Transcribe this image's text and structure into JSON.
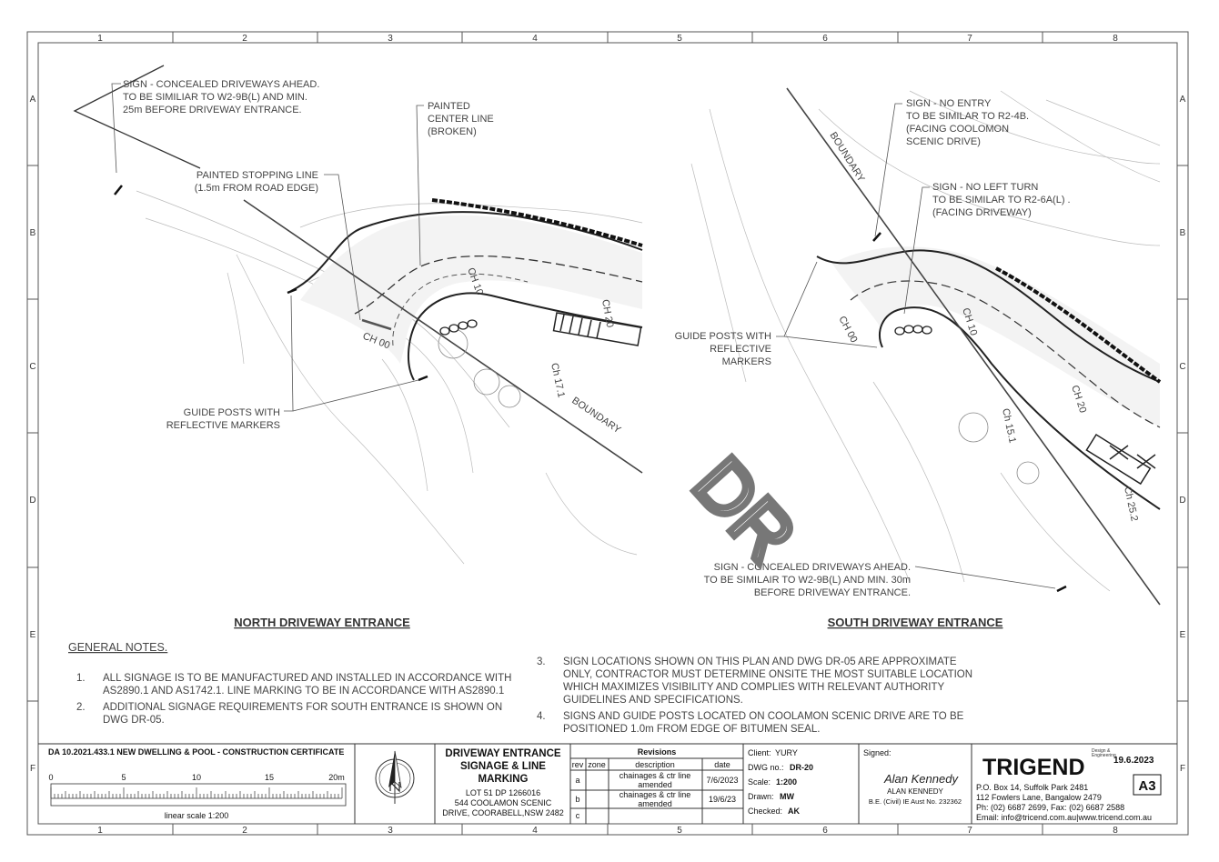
{
  "grid": {
    "columns": [
      "1",
      "2",
      "3",
      "4",
      "5",
      "6",
      "7",
      "8"
    ],
    "rows": [
      "A",
      "B",
      "C",
      "D",
      "E",
      "F"
    ]
  },
  "north": {
    "title": "NORTH DRIVEWAY ENTRANCE",
    "sign_concealed": [
      "SIGN - CONCEALED DRIVEWAYS AHEAD.",
      "TO BE SIMILIAR TO W2-9B(L) AND MIN.",
      "25m BEFORE DRIVEWAY ENTRANCE."
    ],
    "painted_center": [
      "PAINTED",
      "CENTER LINE",
      "(BROKEN)"
    ],
    "stopping_line": [
      "PAINTED STOPPING LINE",
      "(1.5m FROM ROAD EDGE)"
    ],
    "guide_posts": [
      "GUIDE POSTS WITH",
      "REFLECTIVE MARKERS"
    ],
    "boundary": "BOUNDARY",
    "chainages": [
      "CH 00",
      "CH 10",
      "CH 20",
      "Ch 17.1"
    ]
  },
  "south": {
    "title": "SOUTH DRIVEWAY ENTRANCE",
    "sign_no_entry": [
      "SIGN - NO ENTRY",
      "TO BE SIMILAR TO R2-4B.",
      "(FACING COOLOMON",
      "SCENIC DRIVE)"
    ],
    "sign_no_left": [
      "SIGN - NO LEFT TURN",
      "TO BE SIMILAR TO R2-6A(L) .",
      "(FACING DRIVEWAY)"
    ],
    "guide_posts": [
      "GUIDE POSTS WITH",
      "REFLECTIVE",
      "MARKERS"
    ],
    "sign_concealed": [
      "SIGN - CONCEALED DRIVEWAYS AHEAD.",
      "TO BE SIMILAIR TO W2-9B(L) AND MIN. 30m",
      "BEFORE DRIVEWAY ENTRANCE."
    ],
    "boundary": "BOUNDARY",
    "chainages": [
      "CH 00",
      "CH 10",
      "CH 20",
      "Ch 15.1",
      "Ch 25.2"
    ]
  },
  "watermark": "DR",
  "notes": {
    "heading": "GENERAL NOTES.",
    "items": [
      {
        "num": "1.",
        "lines": [
          "ALL SIGNAGE IS TO BE MANUFACTURED AND INSTALLED IN ACCORDANCE WITH",
          "AS2890.1 AND AS1742.1. LINE MARKING TO BE IN ACCORDANCE WITH AS2890.1"
        ]
      },
      {
        "num": "2.",
        "lines": [
          "ADDITIONAL SIGNAGE REQUIREMENTS FOR SOUTH ENTRANCE IS SHOWN ON",
          "DWG DR-05."
        ]
      },
      {
        "num": "3.",
        "lines": [
          "SIGN LOCATIONS SHOWN ON THIS PLAN AND DWG DR-05 ARE APPROXIMATE",
          "ONLY, CONTRACTOR MUST DETERMINE ONSITE THE MOST SUITABLE LOCATION",
          "WHICH MAXIMIZES VISIBILITY AND COMPLIES WITH RELEVANT AUTHORITY",
          "GUIDELINES AND SPECIFICATIONS."
        ]
      },
      {
        "num": "4.",
        "lines": [
          "SIGNS AND GUIDE POSTS LOCATED ON COOLAMON SCENIC DRIVE ARE TO BE",
          "POSITIONED 1.0m FROM EDGE OF BITUMEN SEAL."
        ]
      }
    ]
  },
  "title_block": {
    "da": "DA 10.2021.433.1 NEW DWELLING & POOL - CONSTRUCTION CERTIFICATE",
    "scale_ticks": [
      "0",
      "5",
      "10",
      "15",
      "20m"
    ],
    "linear_scale": "linear scale 1:200",
    "drawing_title": [
      "DRIVEWAY ENTRANCE",
      "SIGNAGE & LINE",
      "MARKING"
    ],
    "address": [
      "LOT 51 DP 1266016",
      "544 COOLAMON SCENIC",
      "DRIVE, COORABELL,NSW 2482"
    ],
    "revisions_title": "Revisions",
    "rev_headers": [
      "rev",
      "zone",
      "description",
      "date"
    ],
    "revisions": [
      {
        "rev": "a",
        "zone": "",
        "description": [
          "chainages & ctr line",
          "amended"
        ],
        "date": "7/6/2023"
      },
      {
        "rev": "b",
        "zone": "",
        "description": [
          "chainages & ctr line",
          "amended"
        ],
        "date": "19/6/23"
      },
      {
        "rev": "c",
        "zone": "",
        "description": [
          ""
        ],
        "date": ""
      }
    ],
    "client_label": "Client:",
    "client": "YURY",
    "dwg_label": "DWG no.:",
    "dwg": "DR-20",
    "scale_label": "Scale:",
    "scale": "1:200",
    "drawn_label": "Drawn:",
    "drawn": "MW",
    "checked_label": "Checked:",
    "checked": "AK",
    "signed_label": "Signed:",
    "signature": "Alan Kennedy",
    "signer": "ALAN KENNEDY",
    "signer_cred": "B.E. (Civil) IE Aust No. 232362",
    "company": "TRIGEND",
    "company_tag": [
      "Design &",
      "Engineering"
    ],
    "date": "19.6.2023",
    "sheet_size": "A3",
    "contact": [
      "P.O. Box 14, Suffolk Park 2481",
      "112 Fowlers Lane, Bangalow 2479",
      "Ph: (02) 6687 2699, Fax: (02) 6687 2588",
      "Email: info@tricend.com.au|www.tricend.com.au"
    ]
  }
}
